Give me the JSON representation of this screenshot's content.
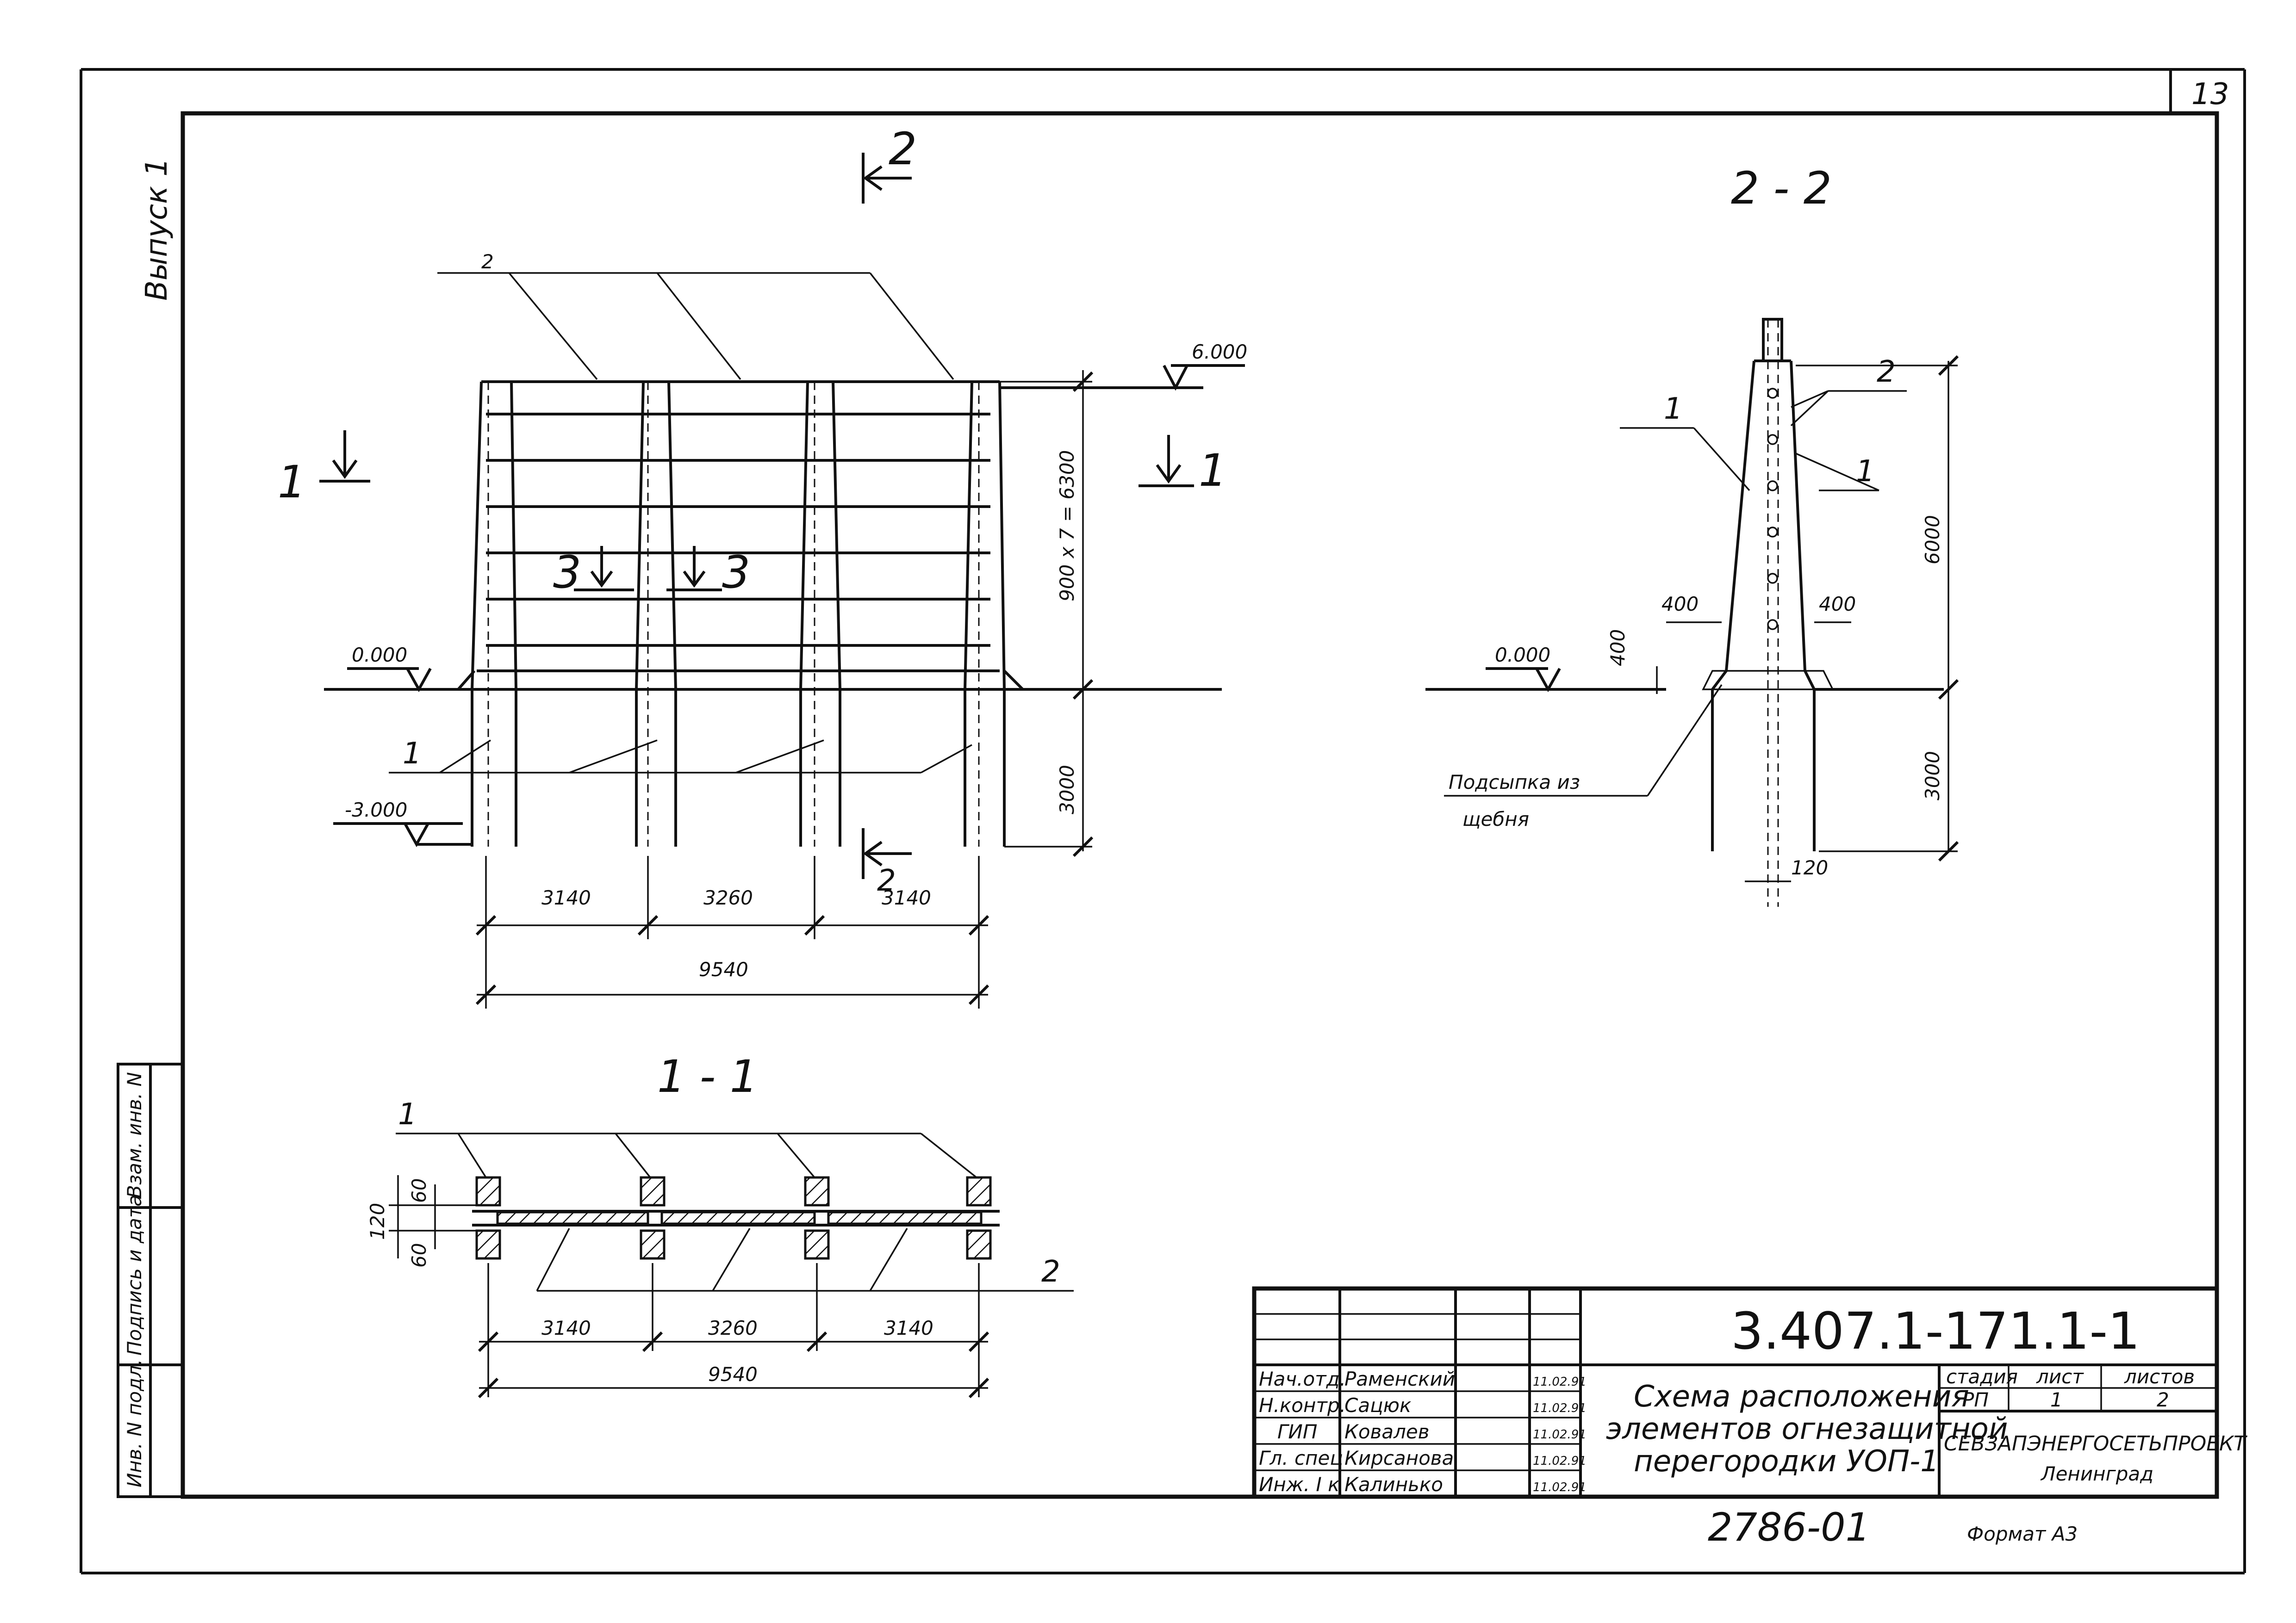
{
  "sheet": {
    "number": "13",
    "issue": "Выпуск 1",
    "format": "Формат А3",
    "archive_no": "2786-01"
  },
  "left_stamp": {
    "cells": [
      "Взам. инв. N",
      "Подпись и дата",
      "Инв. N подл."
    ]
  },
  "elevation": {
    "section_marks": {
      "left": "1",
      "right": "1",
      "top": "2",
      "bottom": "2",
      "inner_left": "3",
      "inner_right": "3"
    },
    "levels": {
      "top": "6.000",
      "ground": "0.000",
      "bottom": "-3.000"
    },
    "vertical_dims": {
      "upper": "900 x 7 = 6300",
      "lower": "3000"
    },
    "horizontal_dims": [
      "3140",
      "3260",
      "3140"
    ],
    "total": "9540",
    "callouts": {
      "panel": "2",
      "post": "1"
    }
  },
  "section_2_2": {
    "title": "2 - 2",
    "callouts": {
      "left": "1",
      "right": "1",
      "top": "2"
    },
    "levels": {
      "ground": "0.000"
    },
    "dims": {
      "height_upper": "6000",
      "height_lower": "3000",
      "left_width": "400",
      "right_width": "400",
      "depth": "400",
      "post": "120"
    },
    "note_line1": "Подсыпка из",
    "note_line2": "щебня"
  },
  "plan_1_1": {
    "title": "1 - 1",
    "callouts": {
      "post": "1",
      "panel": "2"
    },
    "dims": {
      "thickness": "120",
      "upper": "60",
      "lower": "60"
    },
    "horizontal_dims": [
      "3140",
      "3260",
      "3140"
    ],
    "total": "9540"
  },
  "title_block": {
    "code": "3.407.1-171.1-1",
    "title_line1": "Схема расположения",
    "title_line2": "элементов огнезащитной",
    "title_line3": "перегородки УОП-1",
    "stage_header": "стадия",
    "sheet_header": "лист",
    "sheets_header": "листов",
    "stage": "РП",
    "sheet": "1",
    "sheets": "2",
    "organization": "СЕВЗАПЭНЕРГОСЕТЬПРОЕКТ",
    "city": "Ленинград",
    "signatures": [
      {
        "role": "Нач.отд.",
        "name": "Раменский",
        "date": "11.02.91"
      },
      {
        "role": "Н.контр.",
        "name": "Сацюк",
        "date": "11.02.91"
      },
      {
        "role": "ГИП",
        "name": "Ковалев",
        "date": "11.02.91"
      },
      {
        "role": "Гл. спец",
        "name": "Кирсанова",
        "date": "11.02.91"
      },
      {
        "role": "Инж. I к",
        "name": "Калинько",
        "date": "11.02.91"
      }
    ]
  }
}
